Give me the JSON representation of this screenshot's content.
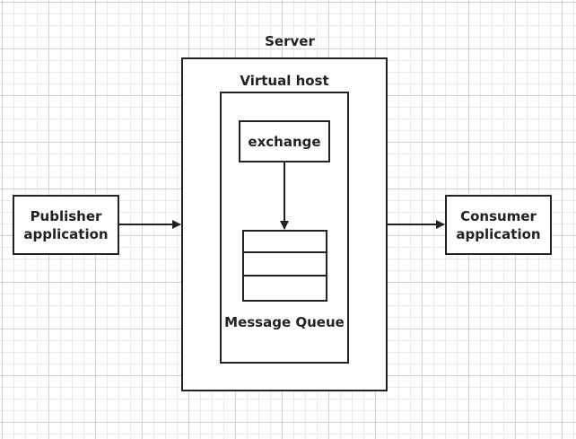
{
  "diagram": {
    "server_label": "Server",
    "vhost_label": "Virtual host",
    "exchange_label": "exchange",
    "queue_label": "Message Queue",
    "publisher_label": "Publisher application",
    "consumer_label": "Consumer application",
    "queue_slots": 3,
    "colors": {
      "stroke": "#222222",
      "background": "#ffffff",
      "grid_major": "#d2d2d2",
      "grid_minor": "#ececec"
    }
  }
}
